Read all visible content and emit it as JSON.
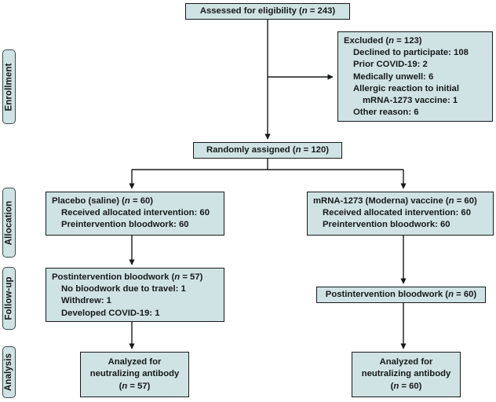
{
  "figure": {
    "type": "consort-flow-diagram",
    "background": "#ffffff",
    "box_fill": "#cfe2e4",
    "box_border": "#16191a",
    "text_color": "#16191a"
  },
  "phases": [
    {
      "id": "enrollment",
      "label": "Enrollment"
    },
    {
      "id": "allocation",
      "label": "Allocation"
    },
    {
      "id": "followup",
      "label": "Follow-up"
    },
    {
      "id": "analysis",
      "label": "Analysis"
    }
  ],
  "nodes": {
    "assessed": {
      "title": "Assessed for eligibility (n = 243)",
      "n": 243
    },
    "excluded": {
      "title": "Excluded (n = 123)",
      "n": 123,
      "reasons": [
        {
          "label": "Declined to participate: 108",
          "count": 108
        },
        {
          "label": "Prior COVID-19: 2",
          "count": 2
        },
        {
          "label": "Medically unwell: 6",
          "count": 6
        },
        {
          "label": "Allergic reaction to initial",
          "count": 1
        },
        {
          "label": "mRNA-1273 vaccine: 1",
          "count": 1
        },
        {
          "label": "Other reason: 6",
          "count": 6
        }
      ]
    },
    "randomized": {
      "title": "Randomly assigned (n = 120)",
      "n": 120
    },
    "alloc_left": {
      "title": "Placebo (saline) (n = 60)",
      "n": 60,
      "details": [
        "Received allocated intervention: 60",
        "Preintervention bloodwork: 60"
      ]
    },
    "alloc_right": {
      "title": "mRNA-1273 (Moderna) vaccine (n = 60)",
      "n": 60,
      "details": [
        "Received allocated intervention: 60",
        "Preintervention bloodwork: 60"
      ]
    },
    "follow_left": {
      "title": "Postintervention bloodwork (n = 57)",
      "n": 57,
      "details": [
        "No bloodwork due to travel: 1",
        "Withdrew: 1",
        "Developed COVID-19: 1"
      ]
    },
    "follow_right": {
      "title": "Postintervention bloodwork (n = 60)",
      "n": 60
    },
    "analysis_left": {
      "line1": "Analyzed for",
      "line2": "neutralizing antibody",
      "line3": "(n = 57)",
      "n": 57
    },
    "analysis_right": {
      "line1": "Analyzed for",
      "line2": "neutralizing antibody",
      "line3": "(n = 60)",
      "n": 60
    }
  }
}
